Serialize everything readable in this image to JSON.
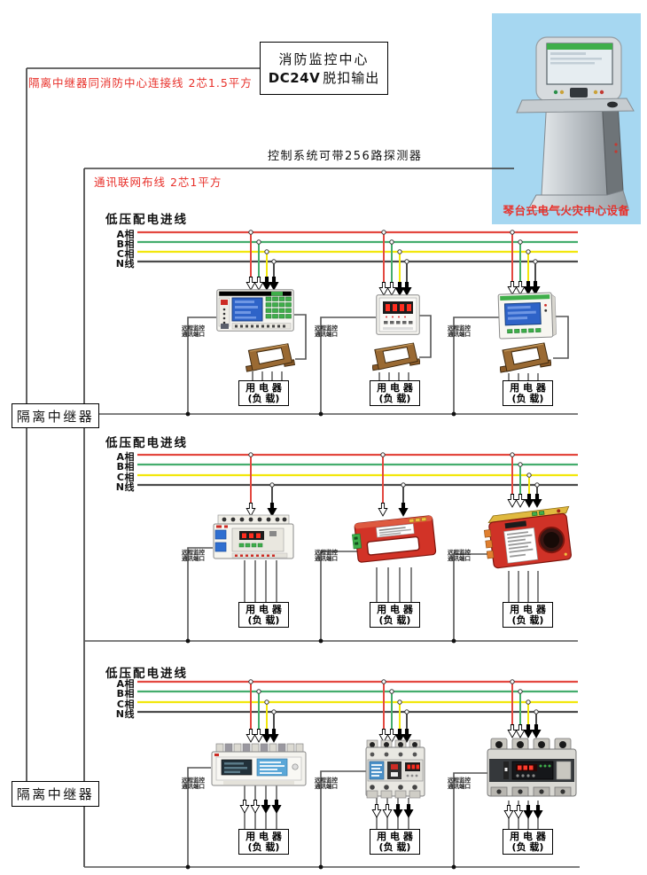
{
  "header": {
    "fire_center_box": {
      "line1": "消防监控中心",
      "line2_bold": "DC24V",
      "line2_rest": "脱扣输出"
    },
    "repeater_link_note": "隔离中继器同消防中心连接线 2芯1.5平方",
    "capacity_note": "控制系统可带256路探测器",
    "comm_wiring_note": "通讯联网布线 2芯1平方"
  },
  "kiosk": {
    "caption": "琴台式电气火灾中心设备",
    "image": "kiosk-photo"
  },
  "repeater_boxes": [
    {
      "label": "隔离中继器"
    },
    {
      "label": "隔离中继器"
    }
  ],
  "bus": {
    "title": "低压配电进线",
    "phases": [
      "A相",
      "B相",
      "C相",
      "N线"
    ]
  },
  "device_group": {
    "port_label_line1": "远程监控",
    "port_label_line2": "通讯端口",
    "load_line1": "用 电 器",
    "load_line2": "(负 载)"
  },
  "sections": [
    {
      "devices": [
        "multifunction-power-meter",
        "digital-panel-meter",
        "lcd-panel-meter"
      ],
      "couplers": [
        "current-transformer",
        "current-transformer",
        "current-transformer"
      ]
    },
    {
      "devices": [
        "din-rail-power-monitor",
        "rect-residual-current-transformer",
        "round-residual-current-transformer"
      ]
    },
    {
      "devices": [
        "din-rail-energy-meter",
        "molded-case-breaker",
        "molded-case-breaker-with-display"
      ]
    }
  ],
  "colors": {
    "phase_a": "#e34840",
    "phase_b": "#44ad6d",
    "phase_c": "#f2e70c",
    "phase_n": "#4a4a4a",
    "comm_line": "#555555",
    "structure_line": "#3a3a3a",
    "red_text": "#e8302a",
    "kiosk_bg": "#a6d7f1"
  }
}
